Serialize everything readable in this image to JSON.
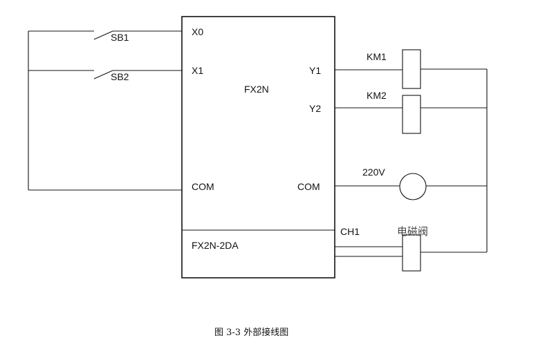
{
  "diagram": {
    "switches": [
      {
        "label": "SB1"
      },
      {
        "label": "SB2"
      }
    ],
    "plc": {
      "model": "FX2N",
      "inputs": [
        "X0",
        "X1"
      ],
      "outputs": [
        "Y1",
        "Y2"
      ],
      "com_left": "COM",
      "com_right": "COM",
      "module": "FX2N-2DA",
      "channel": "CH1"
    },
    "loads": {
      "km1": "KM1",
      "km2": "KM2",
      "lamp_voltage": "220V",
      "valve": "电磁阀"
    },
    "caption": "图 3-3 外部接线图"
  }
}
